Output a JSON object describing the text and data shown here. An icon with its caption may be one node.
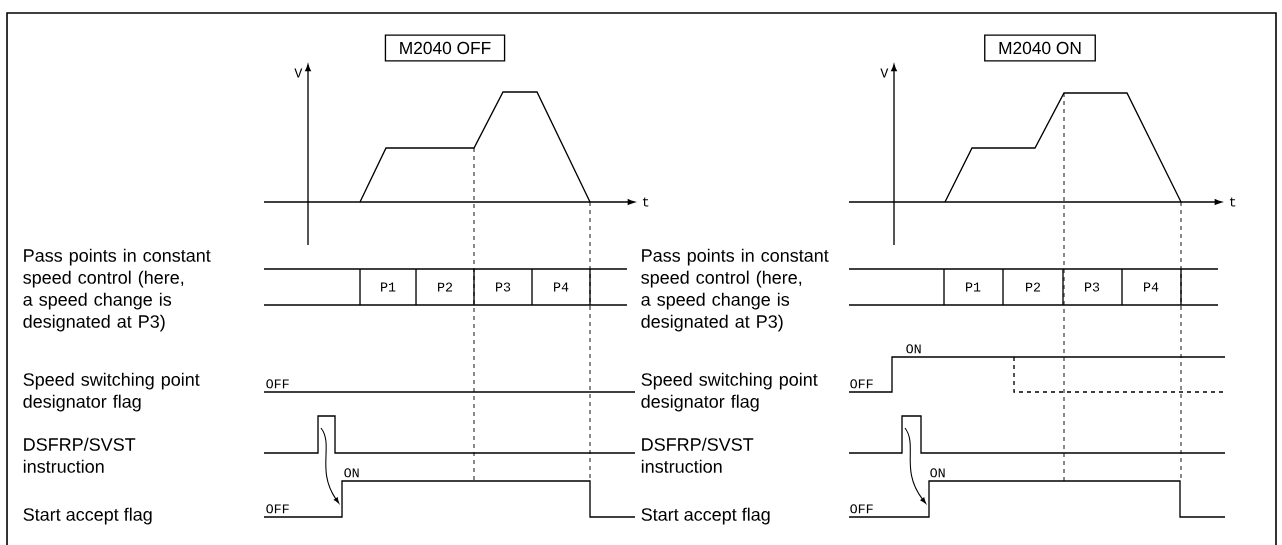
{
  "diagram": {
    "nodes": [
      {
        "text": [
          "M2040 OFF"
        ]
      },
      {
        "text": [
          "M2040 ON"
        ]
      }
    ],
    "labels": [
      "V",
      "t",
      "Pass points in constant speed control (here, a speed change is designated at P3)",
      "P1",
      "P2",
      "P3",
      "P4",
      "Speed switching point designator flag",
      "OFF",
      "DSFRP/SVST instruction",
      "ON",
      "OFF",
      "Start accept flag",
      "V",
      "t",
      "Pass points in constant speed control (here, a speed change is designated at P3)",
      "P1",
      "P2",
      "P3",
      "P4",
      "ON",
      "Speed switching point designator flag",
      "OFF",
      "DSFRP/SVST instruction",
      "ON",
      "OFF",
      "Start accept flag"
    ]
  }
}
